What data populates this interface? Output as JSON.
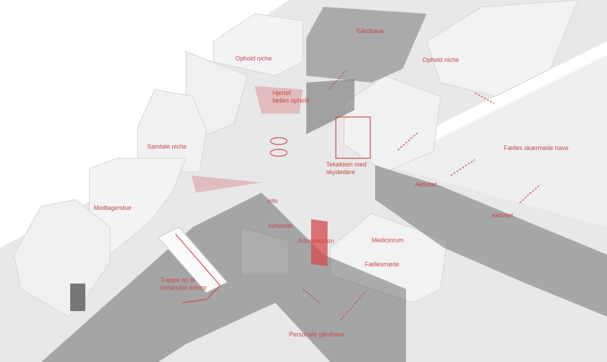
{
  "title": "Plan diagram",
  "colors": {
    "accent": "#c8464a",
    "floor": "#e6e6e6",
    "wall": "#f2f2f2",
    "glass": "#6b6b6b"
  },
  "labels": {
    "gaardhave": "Gårdhave",
    "ophold_niche_left": "Ophold niche",
    "ophold_niche_right": "Ophold niche",
    "hjertet_1": "Hjertet",
    "hjertet_2": "fælles ophold",
    "samtale_niche": "Samtale niche",
    "faelles_have": "Fælles skærmede have",
    "tekoekken_1": "Tekøkken med",
    "tekoekken_2": "skydedøre",
    "aktivitet_1": "Aktivitet",
    "aktivitet_2": "Aktivitet",
    "modtagerstue": "Modtagerstue",
    "info": "info",
    "rumdeler": "rumdeler",
    "arbejdstation": "Arbejdstation",
    "medicinrum": "Medicinrum",
    "faellesmoede": "Fællesmøde",
    "garderobe_1": "Garderobe og",
    "garderobe_2": "toiletter",
    "trappe_1": "Trappe op til",
    "trappe_2": "behandler kontor",
    "personale_gaardhave": "Personale gårdhave"
  }
}
